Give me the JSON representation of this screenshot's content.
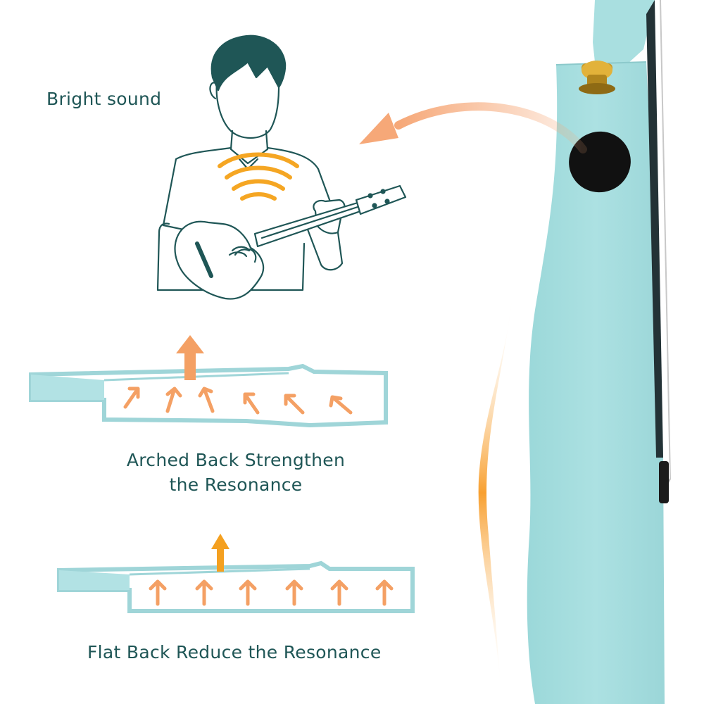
{
  "labels": {
    "bright_sound": "Bright sound",
    "arched_line1": "Arched Back Strengthen",
    "arched_line2": "the Resonance",
    "flat_back": "Flat Back Reduce the Resonance"
  },
  "colors": {
    "teal_text": "#1f5656",
    "body_mint": "#a9dfe0",
    "outline_mint": "#8fd0d4",
    "arrow_orange": "#f4a064",
    "sound_wave": "#f5a623",
    "line_art": "#1f5656"
  },
  "icons": {
    "person": "person-playing-ukulele-icon",
    "waves": "sound-wave-icon",
    "arrow": "up-arrow-icon"
  }
}
